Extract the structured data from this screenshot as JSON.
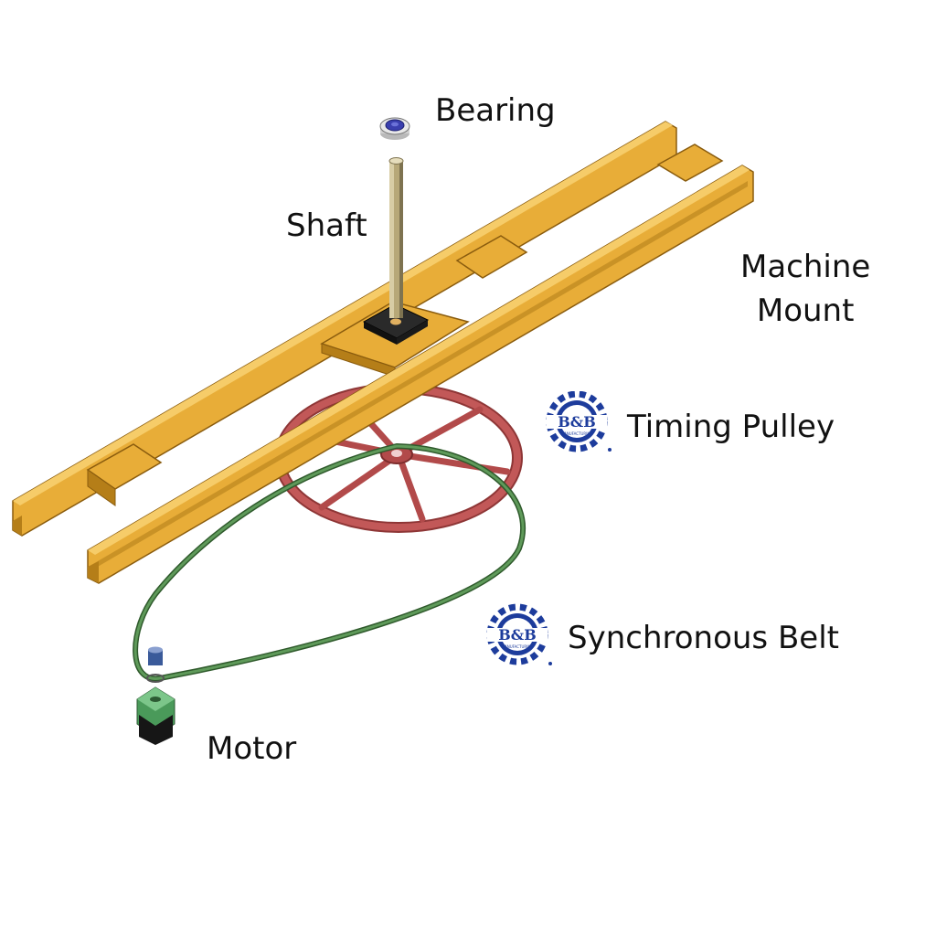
{
  "labels": {
    "bearing": "Bearing",
    "shaft": "Shaft",
    "machine_mount_line1": "Machine",
    "machine_mount_line2": "Mount",
    "timing_pulley": "Timing Pulley",
    "synchronous_belt": "Synchronous Belt",
    "motor": "Motor"
  },
  "logo": {
    "text": "B&B",
    "subtext": "MANUFACTURING",
    "color": "#1d3c9c"
  },
  "colors": {
    "frame": "#e8ad38",
    "frame_dark": "#b57e18",
    "pulley": "#b24a4a",
    "belt": "#477a43",
    "shaft": "#a99a6b",
    "mount_block": "#1c1c1c",
    "motor": "#4a9a5a",
    "bearing": "#3a3fae"
  }
}
